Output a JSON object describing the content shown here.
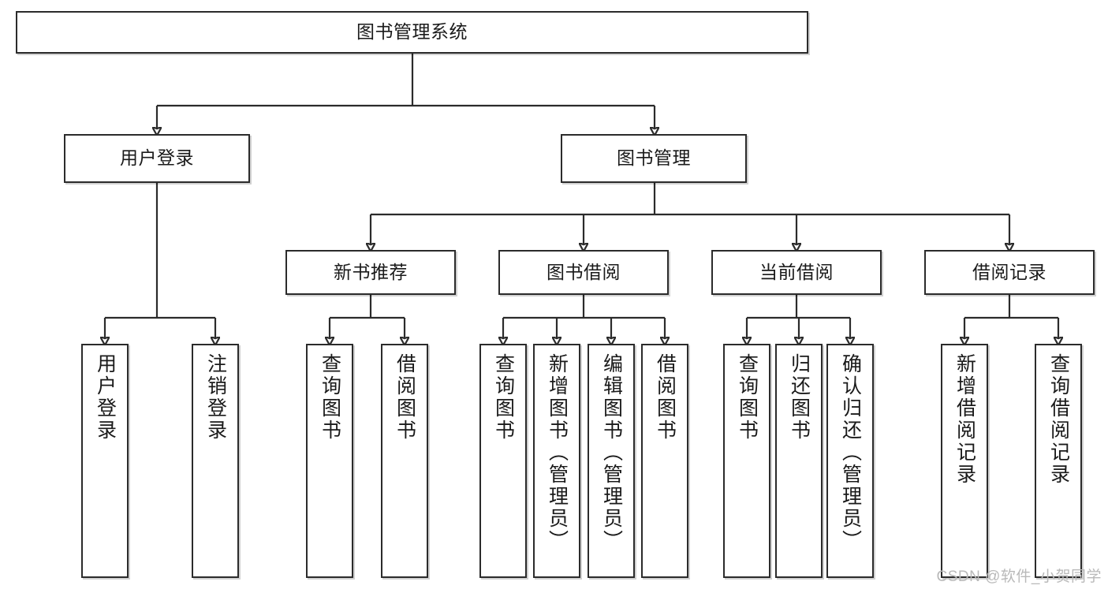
{
  "diagram": {
    "title": "图书管理系统",
    "type": "tree-hierarchy-diagram",
    "watermark": "CSDN @软件_小贺同学",
    "colors": {
      "node_border": "#2b2b2b",
      "node_fill": "#ffffff",
      "edge": "#2b2b2b",
      "text": "#1a1a1a",
      "watermark": "#b9b9b9",
      "background": "#ffffff"
    },
    "nodes": {
      "root": {
        "label": "图书管理系统"
      },
      "level2": [
        {
          "id": "user-login",
          "label": "用户登录"
        },
        {
          "id": "book-management",
          "label": "图书管理"
        }
      ],
      "level3": [
        {
          "id": "new-book-recommend",
          "label": "新书推荐"
        },
        {
          "id": "book-borrow",
          "label": "图书借阅"
        },
        {
          "id": "current-borrow",
          "label": "当前借阅"
        },
        {
          "id": "borrow-record",
          "label": "借阅记录"
        }
      ],
      "leaves": {
        "user_login": [
          {
            "id": "leaf-user-login",
            "label": "用户登录"
          },
          {
            "id": "leaf-logout-login",
            "label": "注销登录"
          }
        ],
        "new_book_recommend": [
          {
            "id": "leaf-query-book-1",
            "label": "查询图书"
          },
          {
            "id": "leaf-borrow-book-1",
            "label": "借阅图书"
          }
        ],
        "book_borrow": [
          {
            "id": "leaf-query-book-2",
            "label": "查询图书"
          },
          {
            "id": "leaf-add-book-admin",
            "label": "新增图书（管理员）"
          },
          {
            "id": "leaf-edit-book-admin",
            "label": "编辑图书（管理员）"
          },
          {
            "id": "leaf-borrow-book-2",
            "label": "借阅图书"
          }
        ],
        "current_borrow": [
          {
            "id": "leaf-query-book-3",
            "label": "查询图书"
          },
          {
            "id": "leaf-return-book",
            "label": "归还图书"
          },
          {
            "id": "leaf-confirm-return-admin",
            "label": "确认归还（管理员）"
          }
        ],
        "borrow_record": [
          {
            "id": "leaf-add-borrow-record",
            "label": "新增借阅记录"
          },
          {
            "id": "leaf-query-borrow-record",
            "label": "查询借阅记录"
          }
        ]
      }
    }
  }
}
